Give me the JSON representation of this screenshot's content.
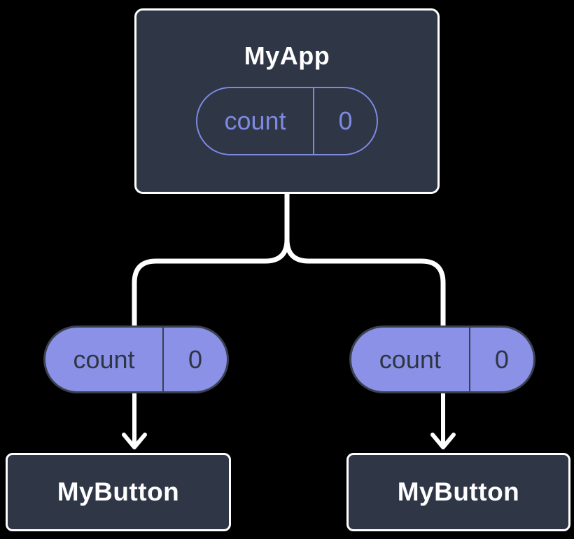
{
  "colors": {
    "background": "#000000",
    "node_fill": "#2F3646",
    "node_border": "#FFFFFF",
    "purple_fill": "#8A91E6",
    "purple_line": "#7E89E2",
    "pill_border": "#3A4150",
    "dark_text": "#2E3544",
    "connector": "#FFFFFF"
  },
  "diagram": {
    "root": {
      "label": "MyApp",
      "state": {
        "key": "count",
        "value": "0"
      }
    },
    "children": [
      {
        "prop": {
          "key": "count",
          "value": "0"
        },
        "label": "MyButton"
      },
      {
        "prop": {
          "key": "count",
          "value": "0"
        },
        "label": "MyButton"
      }
    ]
  }
}
